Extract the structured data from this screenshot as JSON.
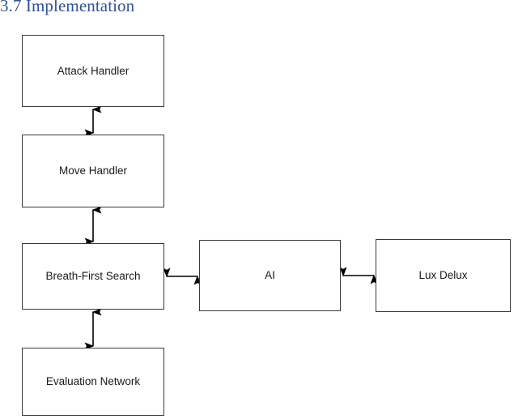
{
  "page": {
    "heading": "3.7 Implementation",
    "heading_color": "#2e5395",
    "background_color": "#ffffff"
  },
  "diagram": {
    "type": "block-diagram",
    "node_border_color": "#3a3a3a",
    "node_fill_color": "#ffffff",
    "node_label_color": "#1a1a1a",
    "connector_color": "#000000",
    "nodes": [
      {
        "id": "attack-handler",
        "label": "Attack Handler"
      },
      {
        "id": "move-handler",
        "label": "Move Handler"
      },
      {
        "id": "bfs",
        "label": "Breath-First Search"
      },
      {
        "id": "evaluation-network",
        "label": "Evaluation Network"
      },
      {
        "id": "ai",
        "label": "AI"
      },
      {
        "id": "lux-delux",
        "label": "Lux Delux"
      }
    ],
    "connectors": [
      {
        "id": "attack-handler--move-handler",
        "from": "attack-handler",
        "to": "move-handler",
        "orientation": "vertical",
        "arrowheads": "both"
      },
      {
        "id": "move-handler--bfs",
        "from": "move-handler",
        "to": "bfs",
        "orientation": "vertical",
        "arrowheads": "both"
      },
      {
        "id": "bfs--evaluation-network",
        "from": "bfs",
        "to": "evaluation-network",
        "orientation": "vertical",
        "arrowheads": "both"
      },
      {
        "id": "bfs--ai",
        "from": "bfs",
        "to": "ai",
        "orientation": "horizontal",
        "arrowheads": "both"
      },
      {
        "id": "ai--lux-delux",
        "from": "ai",
        "to": "lux-delux",
        "orientation": "horizontal",
        "arrowheads": "both"
      }
    ]
  }
}
